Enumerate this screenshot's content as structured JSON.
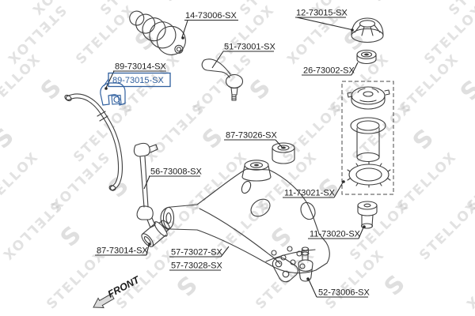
{
  "diagram": {
    "front_label": "FRONT",
    "highlight_color": "#2f5f9e",
    "line_color": "#3d3d3d",
    "parts": [
      {
        "number": "14-73006-SX",
        "name": "steering-rack-boot"
      },
      {
        "number": "12-73015-SX",
        "name": "strut-mount"
      },
      {
        "number": "51-73001-SX",
        "name": "tie-rod-end"
      },
      {
        "number": "26-73002-SX",
        "name": "strut-bearing"
      },
      {
        "number": "89-73014-SX",
        "name": "stabilizer-bushing"
      },
      {
        "number": "89-73015-SX",
        "name": "stabilizer-bushing-highlighted",
        "highlighted": true
      },
      {
        "number": "87-73026-SX",
        "name": "control-arm-rear-bushing"
      },
      {
        "number": "56-73008-SX",
        "name": "stabilizer-link"
      },
      {
        "number": "11-73021-SX",
        "name": "strut-dust-cover-kit"
      },
      {
        "number": "11-73020-SX",
        "name": "bump-stop"
      },
      {
        "number": "87-73014-SX",
        "name": "control-arm-front-bushing"
      },
      {
        "number": "57-73027-SX",
        "name": "control-arm-option-1"
      },
      {
        "number": "57-73028-SX",
        "name": "control-arm-option-2"
      },
      {
        "number": "52-73006-SX",
        "name": "ball-joint"
      }
    ]
  },
  "watermark": {
    "brand": "STELLOX",
    "logo_glyph": "S"
  }
}
